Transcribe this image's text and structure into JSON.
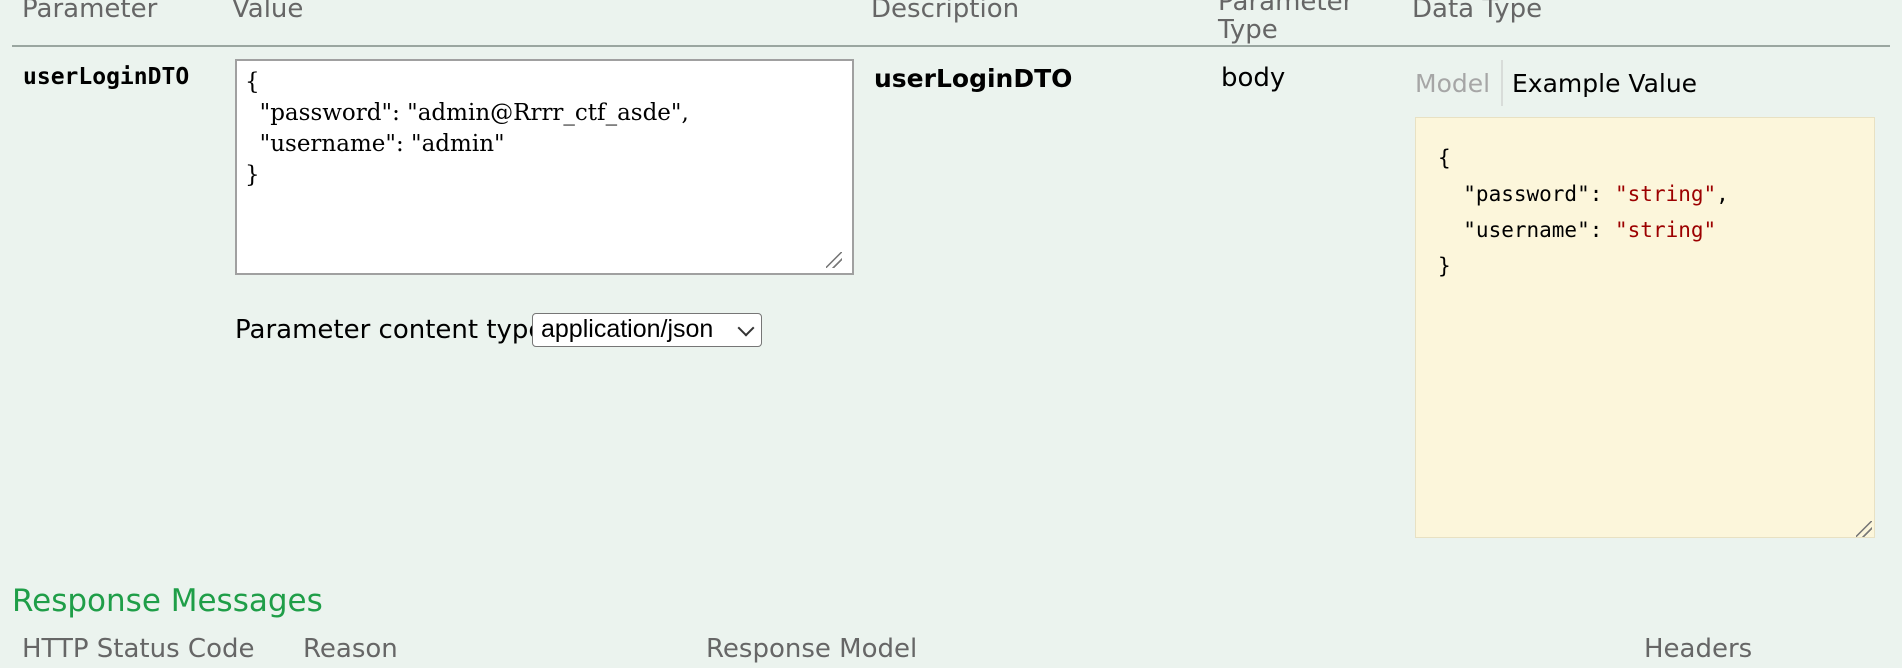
{
  "table_header": {
    "parameter": "Parameter",
    "value": "Value",
    "description": "Description",
    "parameter_type": "Parameter\nType",
    "data_type": "Data Type"
  },
  "param": {
    "name": "userLoginDTO",
    "value_text": "{\n  \"password\": \"admin@Rrrr_ctf_asde\",\n  \"username\": \"admin\"\n}",
    "content_type_label": "Parameter content type:",
    "content_type_value": "application/json",
    "description": "userLoginDTO",
    "param_type": "body"
  },
  "data_type": {
    "tab_model": "Model",
    "tab_example": "Example Value",
    "example": {
      "open": "{",
      "password_key": "  \"password\": ",
      "password_val": "\"string\"",
      "comma": ",",
      "username_key": "  \"username\": ",
      "username_val": "\"string\"",
      "close": "}"
    }
  },
  "colors": {
    "background": "#ebf3ee",
    "section_title": "#1f9e48",
    "header_text": "#666666",
    "snippet_bg": "#fcf6db",
    "string_literal": "#9c0000"
  },
  "response": {
    "title": "Response Messages",
    "headers": {
      "status": "HTTP Status Code",
      "reason": "Reason",
      "model": "Response Model",
      "headers": "Headers"
    }
  }
}
